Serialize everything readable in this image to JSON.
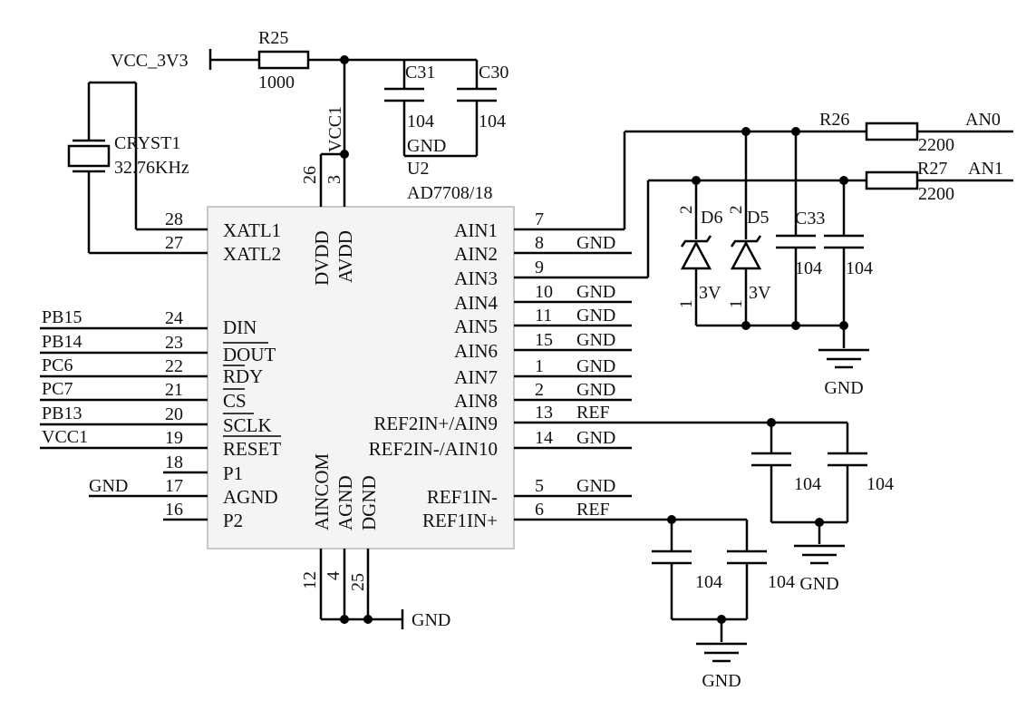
{
  "chip": {
    "refdes": "U2",
    "part": "AD7708/18",
    "pins_left": [
      {
        "num": "28",
        "name": "XATL1"
      },
      {
        "num": "27",
        "name": "XATL2"
      },
      {
        "num": "24",
        "name": "DIN"
      },
      {
        "num": "23",
        "name": "DOUT"
      },
      {
        "num": "22",
        "name": "RDY"
      },
      {
        "num": "21",
        "name": "CS"
      },
      {
        "num": "20",
        "name": "SCLK"
      },
      {
        "num": "19",
        "name": "RESET"
      },
      {
        "num": "18",
        "name": "P1"
      },
      {
        "num": "17",
        "name": "AGND"
      },
      {
        "num": "16",
        "name": "P2"
      }
    ],
    "pins_right": [
      {
        "num": "7",
        "name": "AIN1",
        "net": ""
      },
      {
        "num": "8",
        "name": "AIN2",
        "net": "GND"
      },
      {
        "num": "9",
        "name": "AIN3",
        "net": ""
      },
      {
        "num": "10",
        "name": "AIN4",
        "net": "GND"
      },
      {
        "num": "11",
        "name": "AIN5",
        "net": "GND"
      },
      {
        "num": "15",
        "name": "AIN6",
        "net": "GND"
      },
      {
        "num": "1",
        "name": "AIN7",
        "net": "GND"
      },
      {
        "num": "2",
        "name": "AIN8",
        "net": "GND"
      },
      {
        "num": "13",
        "name": "REF2IN+/AIN9",
        "net": "REF"
      },
      {
        "num": "14",
        "name": "REF2IN-/AIN10",
        "net": "GND"
      },
      {
        "num": "5",
        "name": "REF1IN-",
        "net": "GND"
      },
      {
        "num": "6",
        "name": "REF1IN+",
        "net": "REF"
      }
    ],
    "pins_top": [
      {
        "num": "26",
        "name": "DVDD"
      },
      {
        "num": "3",
        "name": "AVDD"
      }
    ],
    "pins_bottom": [
      {
        "num": "12",
        "name": "AINCOM"
      },
      {
        "num": "4",
        "name": "AGND"
      },
      {
        "num": "25",
        "name": "DGND"
      }
    ]
  },
  "left_nets": [
    "PB15",
    "PB14",
    "PC6",
    "PC7",
    "PB13",
    "VCC1",
    "GND"
  ],
  "power": {
    "vcc_3v3": "VCC_3V3",
    "vcc1": "VCC1",
    "gnd": "GND"
  },
  "r25": {
    "ref": "R25",
    "value": "1000"
  },
  "r26": {
    "ref": "R26",
    "value": "2200",
    "net": "AN0"
  },
  "r27": {
    "ref": "R27",
    "value": "2200",
    "net": "AN1"
  },
  "c30": {
    "ref": "C30",
    "value": "104"
  },
  "c31": {
    "ref": "C31",
    "value": "104"
  },
  "c33": {
    "ref": "C33",
    "value": "104"
  },
  "c_an1": {
    "value": "104"
  },
  "c_ref2_a": {
    "value": "104"
  },
  "c_ref2_b": {
    "value": "104"
  },
  "c_ref1_a": {
    "value": "104"
  },
  "c_ref1_b": {
    "value": "104"
  },
  "crystal": {
    "ref": "CRYST1",
    "value": "32.76KHz"
  },
  "d5": {
    "ref": "D5",
    "value": "3V",
    "pin_a": "2",
    "pin_k": "1"
  },
  "d6": {
    "ref": "D6",
    "value": "3V",
    "pin_a": "2",
    "pin_k": "1"
  }
}
